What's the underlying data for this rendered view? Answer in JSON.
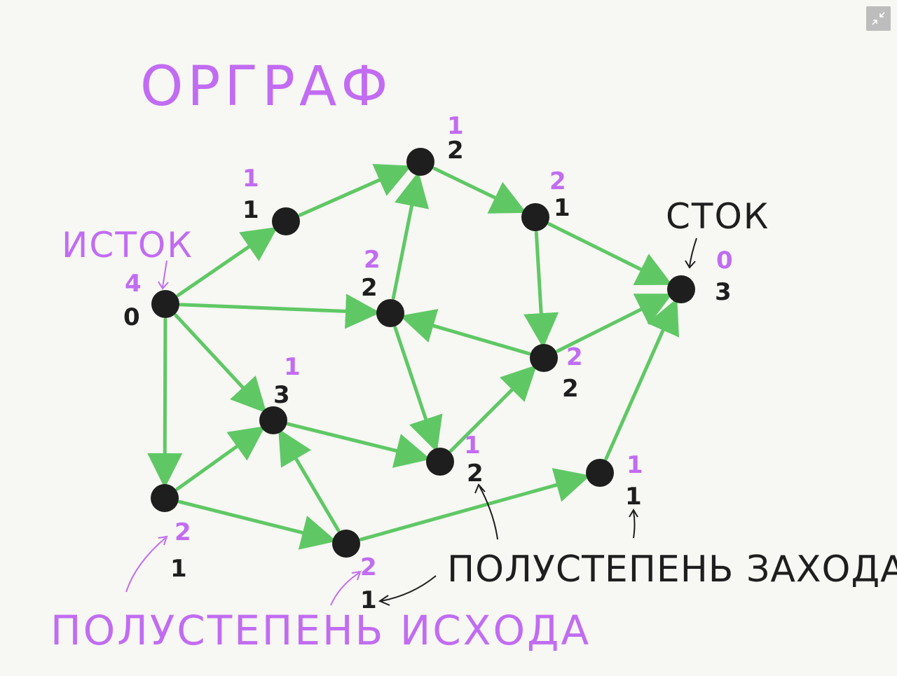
{
  "title": "ОРГРАФ",
  "labels": {
    "source": "ИСТОК",
    "sink": "СТОК",
    "in_degree": "ПОЛУСТЕПЕНЬ ЗАХОДА",
    "out_degree": "ПОЛУСТЕПЕНЬ ИСХОДА"
  },
  "colors": {
    "edge": "#5fc865",
    "node": "#1e1e1e",
    "purple": "#c16cf2",
    "black": "#1e1e1e",
    "background": "#f7f7f3"
  },
  "nodes": [
    {
      "id": "A",
      "out_degree": "4",
      "in_degree": "0"
    },
    {
      "id": "B",
      "out_degree": "1",
      "in_degree": "1"
    },
    {
      "id": "C",
      "out_degree": "1",
      "in_degree": "2"
    },
    {
      "id": "D",
      "out_degree": "2",
      "in_degree": "1"
    },
    {
      "id": "E",
      "out_degree": "0",
      "in_degree": "3"
    },
    {
      "id": "F",
      "out_degree": "2",
      "in_degree": "2"
    },
    {
      "id": "G",
      "out_degree": "2",
      "in_degree": "2"
    },
    {
      "id": "H",
      "out_degree": "1",
      "in_degree": "3"
    },
    {
      "id": "I",
      "out_degree": "1",
      "in_degree": "2"
    },
    {
      "id": "J",
      "out_degree": "2",
      "in_degree": "1"
    },
    {
      "id": "K",
      "out_degree": "2",
      "in_degree": "1"
    },
    {
      "id": "L",
      "out_degree": "1",
      "in_degree": "1"
    }
  ],
  "edges": [
    {
      "from": "A",
      "to": "B"
    },
    {
      "from": "A",
      "to": "F"
    },
    {
      "from": "A",
      "to": "H"
    },
    {
      "from": "A",
      "to": "J"
    },
    {
      "from": "B",
      "to": "C"
    },
    {
      "from": "F",
      "to": "C"
    },
    {
      "from": "C",
      "to": "D"
    },
    {
      "from": "D",
      "to": "E"
    },
    {
      "from": "D",
      "to": "G"
    },
    {
      "from": "G",
      "to": "F"
    },
    {
      "from": "G",
      "to": "E"
    },
    {
      "from": "F",
      "to": "I"
    },
    {
      "from": "I",
      "to": "G"
    },
    {
      "from": "H",
      "to": "I"
    },
    {
      "from": "J",
      "to": "H"
    },
    {
      "from": "J",
      "to": "K"
    },
    {
      "from": "K",
      "to": "H"
    },
    {
      "from": "K",
      "to": "L"
    },
    {
      "from": "L",
      "to": "E"
    }
  ]
}
